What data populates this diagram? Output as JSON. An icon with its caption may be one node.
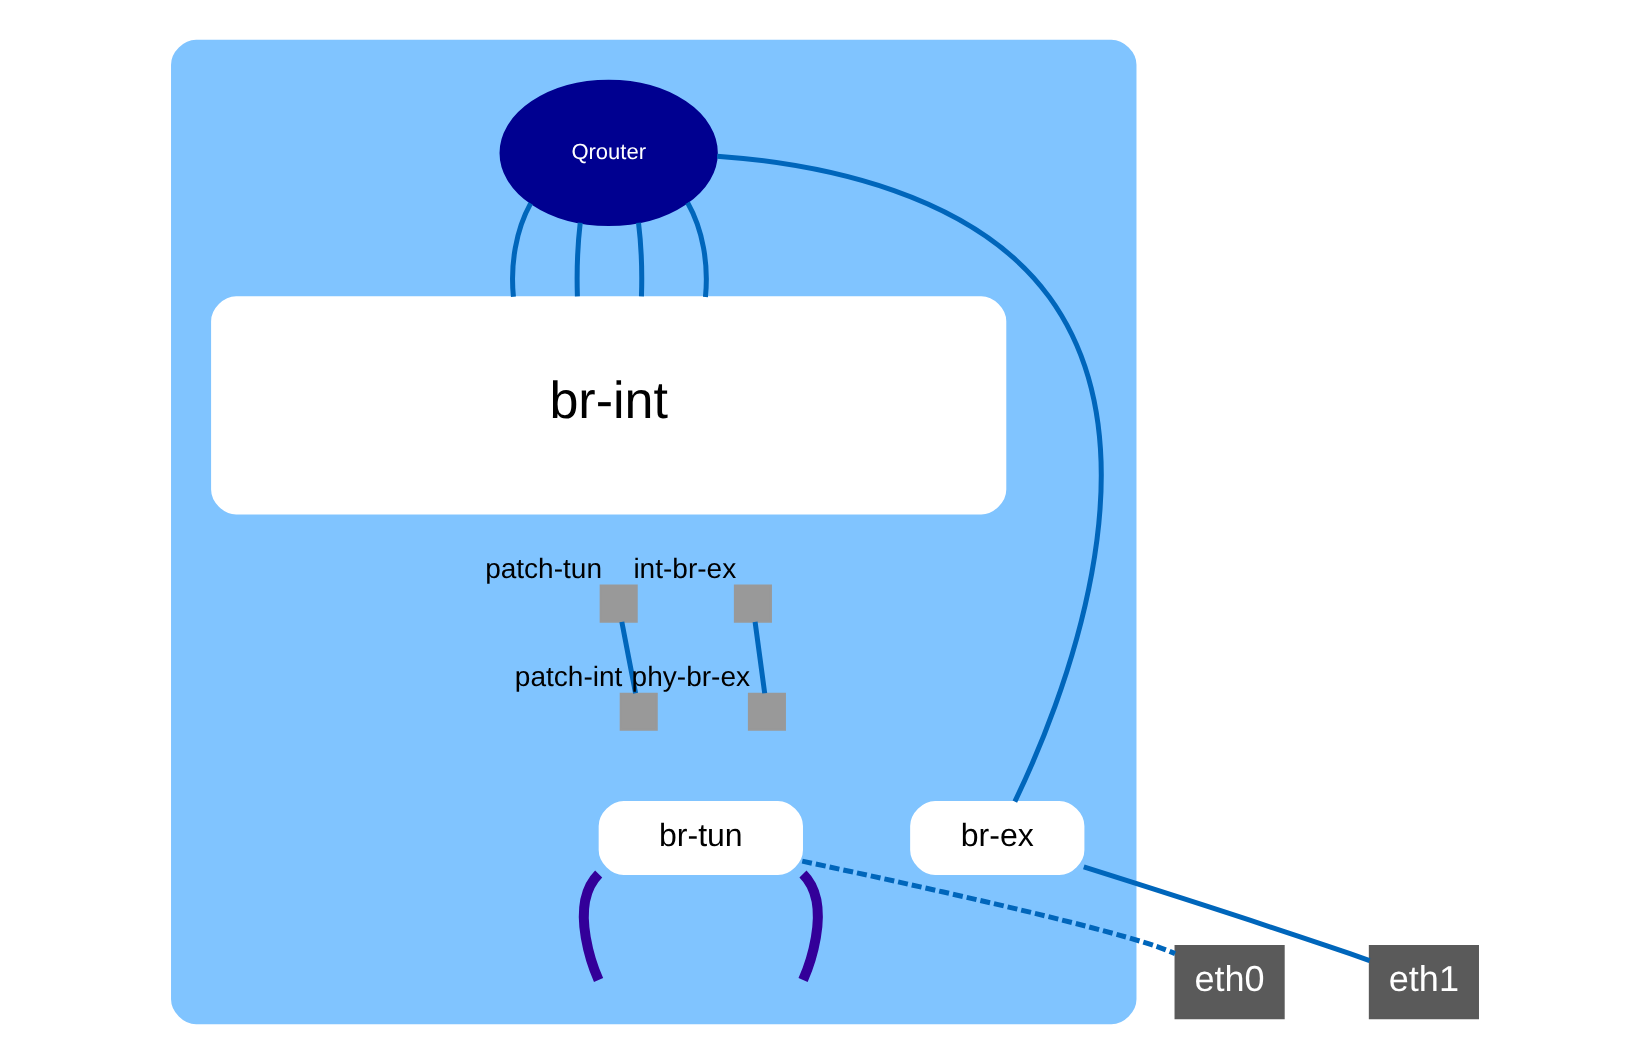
{
  "diagram": {
    "nodes": [
      {
        "text": [],
        "shape": "box"
      },
      {
        "text": [
          "Qrouter"
        ],
        "in": 0
      },
      {
        "text": [
          "br-int"
        ],
        "in": 0
      },
      {
        "text": [],
        "shape": "box",
        "beside": [
          "patch-tun"
        ],
        "in": 0
      },
      {
        "text": [],
        "shape": "box",
        "beside": [
          "int-br-ex"
        ],
        "in": 0
      },
      {
        "text": [],
        "shape": "box",
        "beside": [
          "patch-int"
        ],
        "in": 0
      },
      {
        "text": [],
        "shape": "box",
        "beside": [
          "phy-br-ex"
        ],
        "in": 0
      },
      {
        "text": [
          "br-tun"
        ],
        "in": 0
      },
      {
        "text": [
          "br-ex"
        ],
        "in": 0
      },
      {
        "text": [
          "eth0"
        ]
      },
      {
        "text": [
          "eth1"
        ]
      }
    ],
    "edges": [
      {
        "from": 1,
        "to": 2,
        "arrow": "none"
      },
      {
        "from": 1,
        "to": 2,
        "arrow": "none"
      },
      {
        "from": 1,
        "to": 2,
        "arrow": "none"
      },
      {
        "from": 1,
        "to": 2,
        "arrow": "none"
      },
      {
        "from": 1,
        "to": 8,
        "arrow": "none"
      },
      {
        "from": 3,
        "to": 5,
        "arrow": "none"
      },
      {
        "from": 4,
        "to": 6,
        "arrow": "none"
      },
      {
        "from": 7,
        "to": 9,
        "arrow": "none",
        "style": "dashed"
      },
      {
        "from": 8,
        "to": 10,
        "arrow": "none"
      },
      {
        "from": 7,
        "to": null,
        "arrow": "none",
        "style": "thick",
        "color": "#330099"
      },
      {
        "from": 7,
        "to": null,
        "arrow": "none",
        "style": "thick",
        "color": "#330099"
      }
    ]
  }
}
